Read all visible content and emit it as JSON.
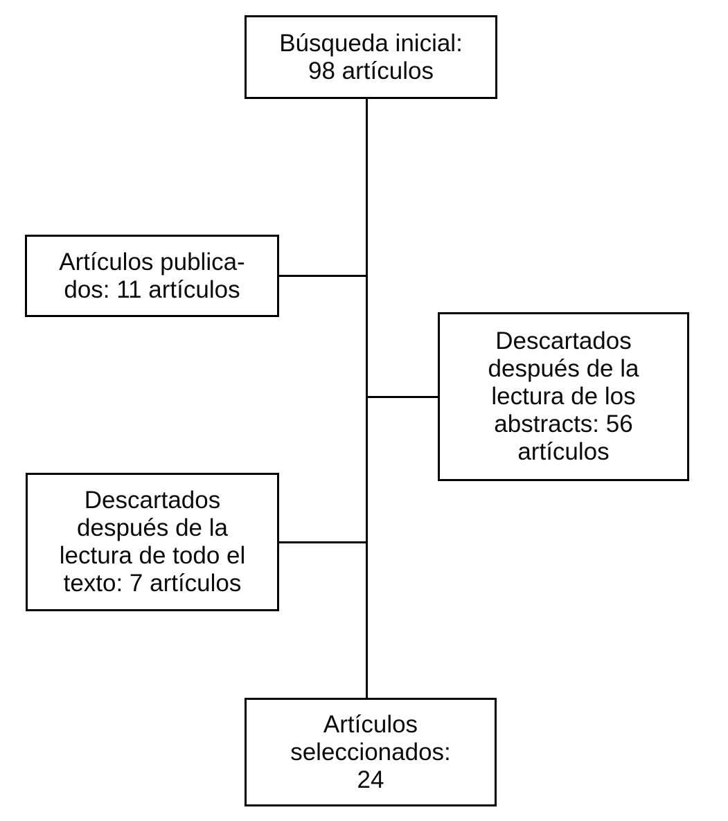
{
  "diagram": {
    "type": "flowchart",
    "language": "es",
    "background_color": "#ffffff",
    "box_border_color": "#000000",
    "connector_color": "#000000",
    "text_color": "#0b0b0b",
    "boxes": {
      "initial_search": {
        "text": "Búsqueda inicial:\n98 artículos",
        "count": 98
      },
      "published": {
        "text": "Artículos publica-\ndos: 11 artículos",
        "count": 11
      },
      "discarded_abstracts": {
        "text": "Descartados\ndespués de la\nlectura de los\nabstracts: 56\nartículos",
        "count": 56
      },
      "discarded_fulltext": {
        "text": "Descartados\ndespués de la\nlectura de todo el\ntexto: 7 artículos",
        "count": 7
      },
      "selected": {
        "text": "Artículos\nseleccionados:\n24",
        "count": 24
      }
    },
    "edges": [
      {
        "from": "initial_search",
        "to": "published"
      },
      {
        "from": "initial_search",
        "to": "discarded_abstracts"
      },
      {
        "from": "initial_search",
        "to": "discarded_fulltext"
      },
      {
        "from": "initial_search",
        "to": "selected"
      }
    ]
  }
}
